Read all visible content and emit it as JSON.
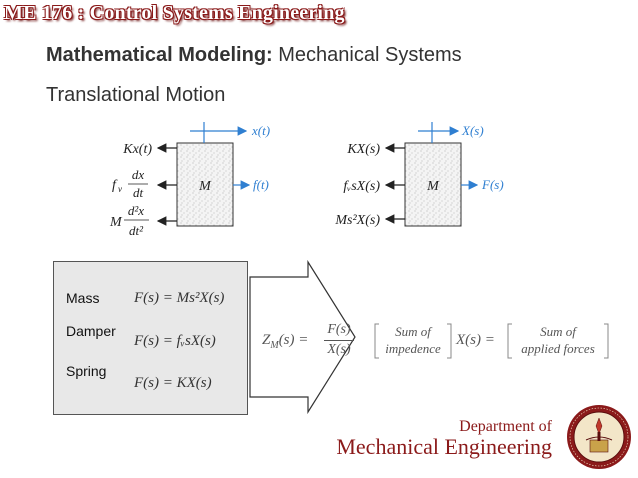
{
  "header": {
    "course": "ME 176 :  Control Systems Engineering"
  },
  "slide": {
    "title_bold": "Mathematical Modeling:",
    "title_rest": " Mechanical Systems",
    "subtitle": "Translational Motion"
  },
  "diagram_left": {
    "block": "M",
    "top_output": "x(t)",
    "right_output": "f(t)",
    "spring": "Kx(t)",
    "damper_coef": "f",
    "damper_sub": "v",
    "deriv_num": "dx",
    "deriv_den": "dt",
    "mass_coef": "M",
    "deriv2_num": "d²x",
    "deriv2_den": "dt²"
  },
  "diagram_right": {
    "block": "M",
    "top_output": "X(s)",
    "right_output": "F(s)",
    "spring": "KX(s)",
    "damper": "fᵥsX(s)",
    "mass": "Ms²X(s)"
  },
  "equations": {
    "mass_label": "Mass",
    "mass_eq": "F(s) = Ms²X(s)",
    "damper_label": "Damper",
    "damper_eq": "F(s) = fᵥsX(s)",
    "spring_label": "Spring",
    "spring_eq": "F(s) = KX(s)"
  },
  "impedance": {
    "lhs": "Z",
    "lhs_sub": "M",
    "lhs_arg": "(s) =",
    "frac_num": "F(s)",
    "frac_den": "X(s)",
    "bracket1_top": "Sum of",
    "bracket1_bottom": "impedence",
    "mid": "X(s) =",
    "bracket2_top": "Sum of",
    "bracket2_bottom": "applied forces"
  },
  "footer": {
    "dept_line1": "Department of",
    "dept_line2": "Mechanical Engineering"
  },
  "colors": {
    "arrow_blue": "#2f7fd1",
    "maroon": "#8b1a1a"
  }
}
